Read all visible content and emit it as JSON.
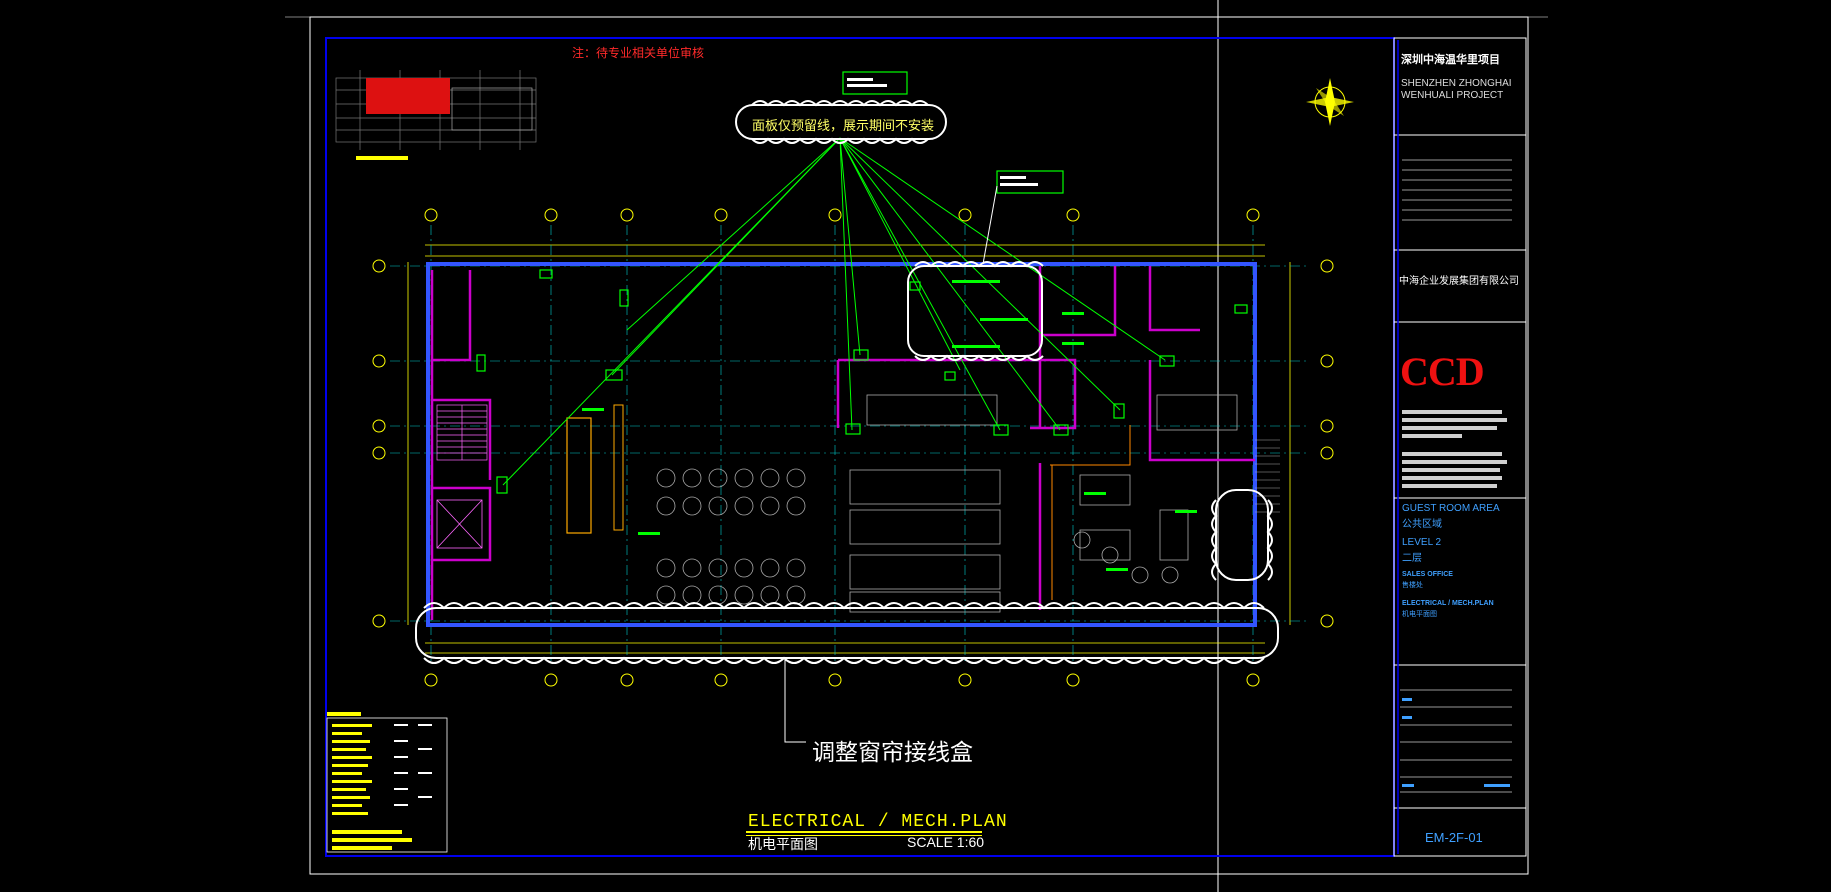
{
  "drawing": {
    "review_note": "注：待专业相关单位审核",
    "panel_note": "面板仅预留线，展示期间不安装",
    "curtain_note": "调整窗帘接线盒",
    "title": "ELECTRICAL / MECH.PLAN",
    "title_cn": "机电平面图",
    "scale": "SCALE 1:60"
  },
  "title_block": {
    "project_cn": "深圳中海温华里项目",
    "project_en": [
      "SHENZHEN ZHONGHAI",
      "WENHUALI PROJECT"
    ],
    "company": "中海企业发展集团有限公司",
    "logo": "CCD",
    "area_en": "GUEST ROOM AREA",
    "area_cn": "公共区域",
    "level_en": "LEVEL 2",
    "level_cn": "二层",
    "office_en": "SALES OFFICE",
    "office_cn": "售楼处",
    "sheet_title_en": "ELECTRICAL / MECH.PLAN",
    "sheet_title_cn": "机电平面图",
    "sheet_no": "EM-2F-01"
  },
  "colors": {
    "border": "#0000ee",
    "wall": "#cc00cc",
    "wire": "#00ff00",
    "dim": "#ffff00",
    "grid": "#00cccc",
    "cloud": "#ffffff",
    "logo": "#ee1111",
    "accent": "#3fa0ff"
  },
  "icons": {
    "north_arrow": "compass-rose-icon"
  }
}
